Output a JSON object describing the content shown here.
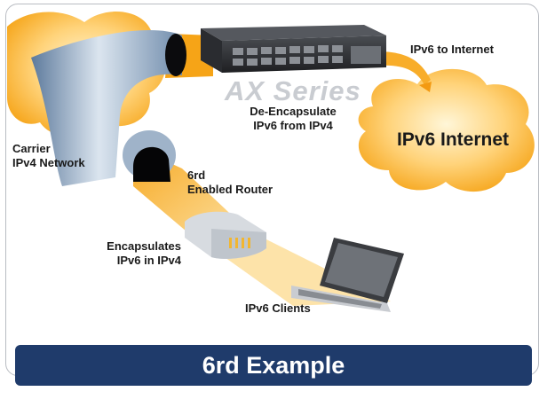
{
  "labels": {
    "ipv6_to_internet": "IPv6 to Internet",
    "ax_series": "AX Series",
    "de_encapsulate": "De-Encapsulate\nIPv6 from IPv4",
    "ipv6_internet": "IPv6 Internet",
    "carrier_network": "Carrier\nIPv4 Network",
    "router": "6rd\nEnabled Router",
    "encapsulates": "Encapsulates\nIPv6 in IPv4",
    "ipv6_clients": "IPv6 Clients"
  },
  "footer": {
    "title": "6rd Example"
  },
  "colors": {
    "cloud": "#f7b533",
    "beam": "#f8a81c",
    "tunnel": "#7f9ab7",
    "banner": "#1f3b6b",
    "device": "#2d2f33"
  }
}
